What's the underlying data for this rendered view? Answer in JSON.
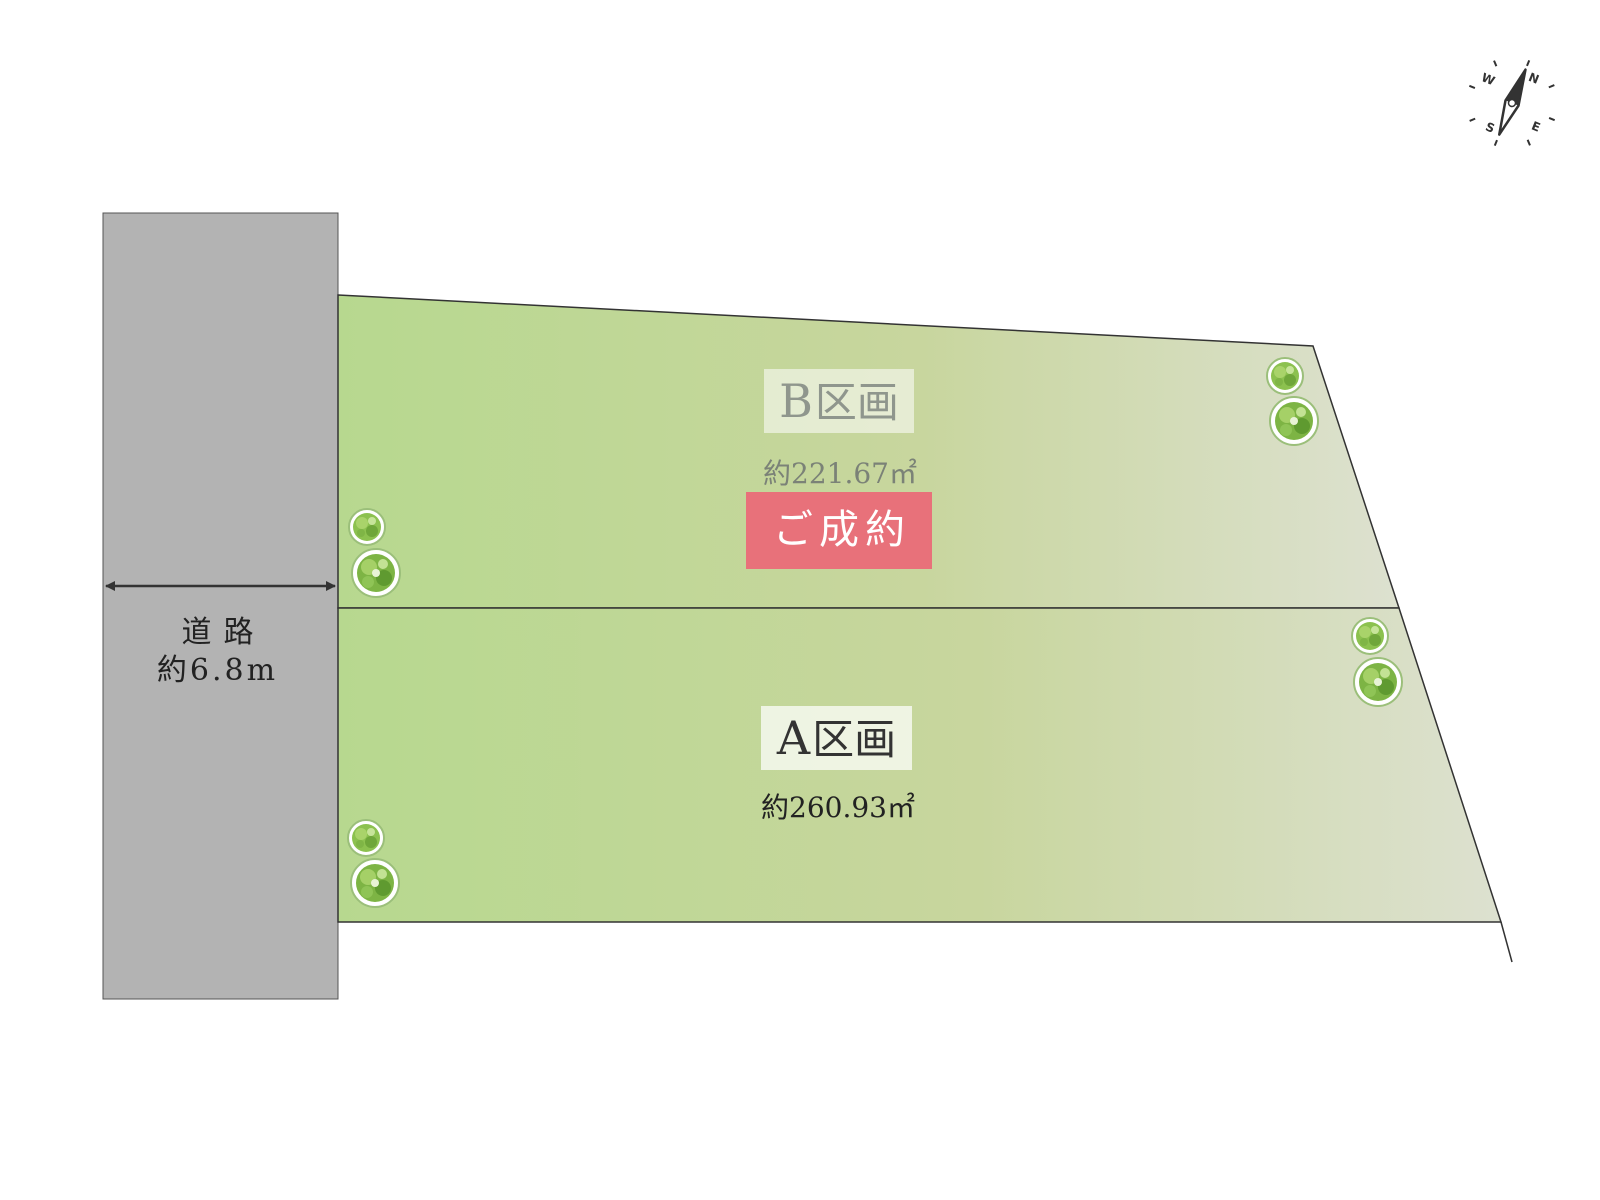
{
  "colors": {
    "road": "#b3b3b3",
    "lot_fill_left": "#b7d88f",
    "lot_fill_right": "#dde1d0",
    "sold_badge": "#e8717a",
    "boundary": "#333333"
  },
  "road": {
    "name": "道路",
    "width_label": "約6.8m"
  },
  "lots": [
    {
      "id": "B",
      "letter": "B",
      "suffix": "区画",
      "area": "約221.67㎡",
      "status": "ご成約"
    },
    {
      "id": "A",
      "letter": "A",
      "suffix": "区画",
      "area": "約260.93㎡"
    }
  ],
  "compass": {
    "labels": {
      "north": "N",
      "east": "E",
      "south": "S",
      "west": "W"
    },
    "icon": "compass-icon"
  },
  "trees": {
    "icon": "tree-icon",
    "count": 8
  }
}
